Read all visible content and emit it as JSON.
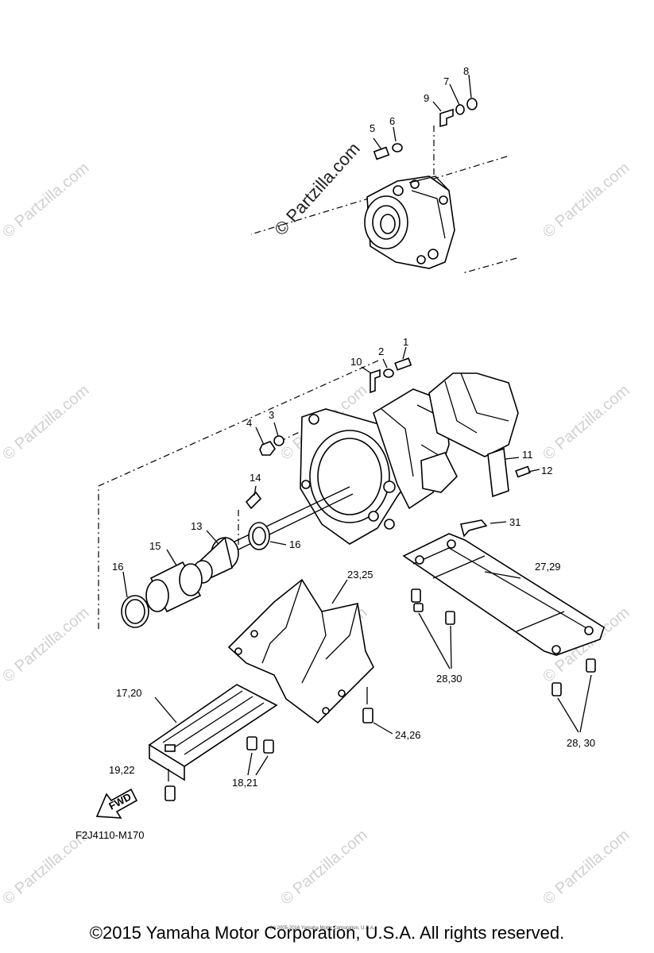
{
  "watermark": {
    "main": "© Partzilla.com",
    "faint": "© Partzilla.com"
  },
  "callouts": {
    "c1": "1",
    "c2": "2",
    "c3": "3",
    "c4": "4",
    "c5": "5",
    "c6": "6",
    "c7": "7",
    "c8": "8",
    "c9": "9",
    "c10": "10",
    "c11": "11",
    "c12": "12",
    "c13": "13",
    "c14": "14",
    "c15": "15",
    "c16a": "16",
    "c16b": "16",
    "c17_20": "17,20",
    "c18_21": "18,21",
    "c19_22": "19,22",
    "c23_25": "23,25",
    "c24_26": "24,26",
    "c27_29": "27,29",
    "c28_30a": "28,30",
    "c28_30b": "28, 30",
    "c31": "31"
  },
  "fwd_label": "FWD",
  "diagram_code": "F2J4110-M170",
  "small_notice": "(c) 2005-2016 Yamaha Motor Corporation, U.S.A.",
  "copyright": "©2015 Yamaha Motor Corporation, U.S.A. All rights reserved."
}
